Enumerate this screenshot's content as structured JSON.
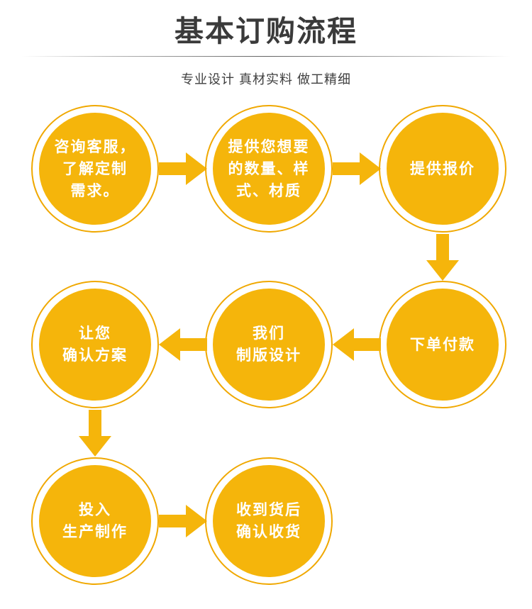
{
  "header": {
    "title": "基本订购流程",
    "subtitle": "专业设计  真材实料  做工精细"
  },
  "colors": {
    "fill": "#F5B50B",
    "ring": "#F0A800",
    "arrow": "#F5B50B",
    "title_text": "#3a3a3a",
    "node_text": "#ffffff",
    "background": "#ffffff"
  },
  "flow": {
    "steps": [
      {
        "id": "step-1",
        "label": "咨询客服，\n了解定制\n需求。",
        "row": 1,
        "col": 1
      },
      {
        "id": "step-2",
        "label": "提供您想要\n的数量、样\n式、材质",
        "row": 1,
        "col": 2
      },
      {
        "id": "step-3",
        "label": "提供报价",
        "row": 1,
        "col": 3
      },
      {
        "id": "step-4",
        "label": "下单付款",
        "row": 2,
        "col": 3
      },
      {
        "id": "step-5",
        "label": "我们\n制版设计",
        "row": 2,
        "col": 2
      },
      {
        "id": "step-6",
        "label": "让您\n确认方案",
        "row": 2,
        "col": 1
      },
      {
        "id": "step-7",
        "label": "投入\n生产制作",
        "row": 3,
        "col": 1
      },
      {
        "id": "step-8",
        "label": "收到货后\n确认收货",
        "row": 3,
        "col": 2
      }
    ],
    "connectors": [
      {
        "id": "arrow-1",
        "direction": "right",
        "from": "step-1",
        "to": "step-2"
      },
      {
        "id": "arrow-2",
        "direction": "right",
        "from": "step-2",
        "to": "step-3"
      },
      {
        "id": "arrow-3",
        "direction": "down",
        "from": "step-3",
        "to": "step-4"
      },
      {
        "id": "arrow-4",
        "direction": "left",
        "from": "step-4",
        "to": "step-5"
      },
      {
        "id": "arrow-5",
        "direction": "left",
        "from": "step-5",
        "to": "step-6"
      },
      {
        "id": "arrow-6",
        "direction": "down",
        "from": "step-6",
        "to": "step-7"
      },
      {
        "id": "arrow-7",
        "direction": "right",
        "from": "step-7",
        "to": "step-8"
      }
    ]
  }
}
